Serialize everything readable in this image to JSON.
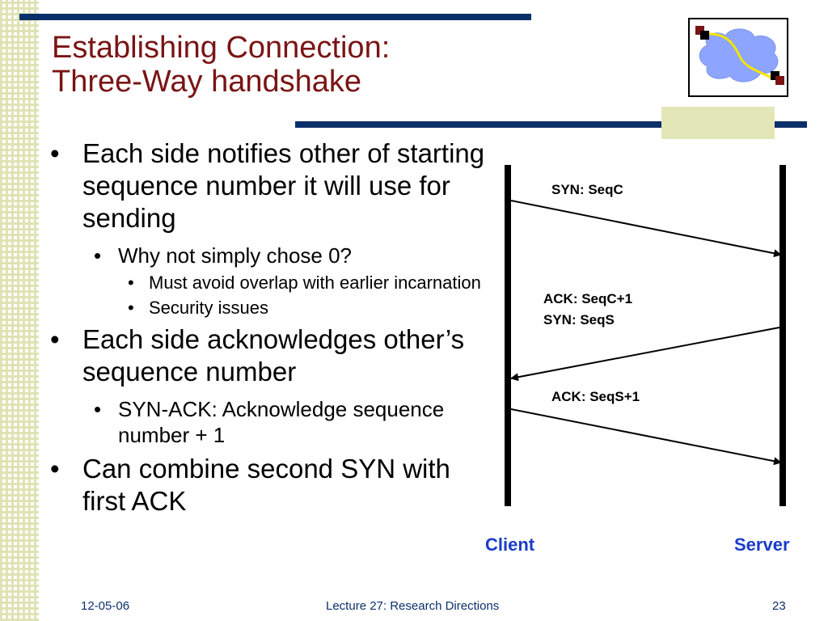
{
  "slide": {
    "title_line1": "Establishing Connection:",
    "title_line2": "Three-Way handshake",
    "colors": {
      "title": "#7a1414",
      "accent_bar": "#0b2f6b",
      "label": "#1a3cc8"
    }
  },
  "bullets": {
    "b1": "Each side notifies other of starting sequence number it will use for sending",
    "b1_1": "Why not simply chose 0?",
    "b1_1_1": "Must avoid overlap with earlier incarnation",
    "b1_1_2": "Security issues",
    "b2": "Each side acknowledges other’s sequence number",
    "b2_1": "SYN-ACK: Acknowledge sequence number + 1",
    "b3": "Can combine second SYN with first ACK"
  },
  "diagram": {
    "messages": [
      {
        "lines": [
          "SYN: SeqC"
        ],
        "direction": "client-to-server"
      },
      {
        "lines": [
          "ACK: SeqC+1",
          "SYN: SeqS"
        ],
        "direction": "server-to-client"
      },
      {
        "lines": [
          "ACK: SeqS+1"
        ],
        "direction": "client-to-server"
      }
    ],
    "client_label": "Client",
    "server_label": "Server"
  },
  "footer": {
    "date": "12-05-06",
    "lecture": "Lecture 27: Research Directions",
    "page": "23"
  }
}
